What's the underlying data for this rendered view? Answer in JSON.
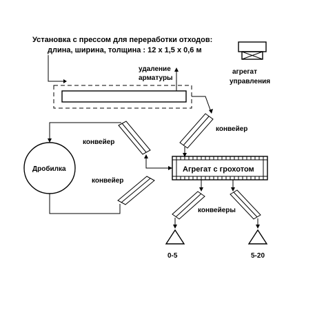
{
  "press_unit": {
    "line1": "Установка с прессом для переработки отходов:",
    "line2": "длина, ширина, толщина :  12 x 1,5 x 0,6 м"
  },
  "control_unit_label": {
    "line1": "агрегат",
    "line2": "управления"
  },
  "rebar_removal_label": {
    "line1": "удаление",
    "line2": "арматуры"
  },
  "conveyor_labels": {
    "top_right": "конвейер",
    "upper_left": "конвейер",
    "lower_left": "конвейер",
    "bottom": "конвейеры"
  },
  "crusher_label": "Дробилка",
  "screen_unit_label": "Агрегат с грохотом",
  "outputs": {
    "fine": "0-5",
    "coarse": "5-20"
  }
}
